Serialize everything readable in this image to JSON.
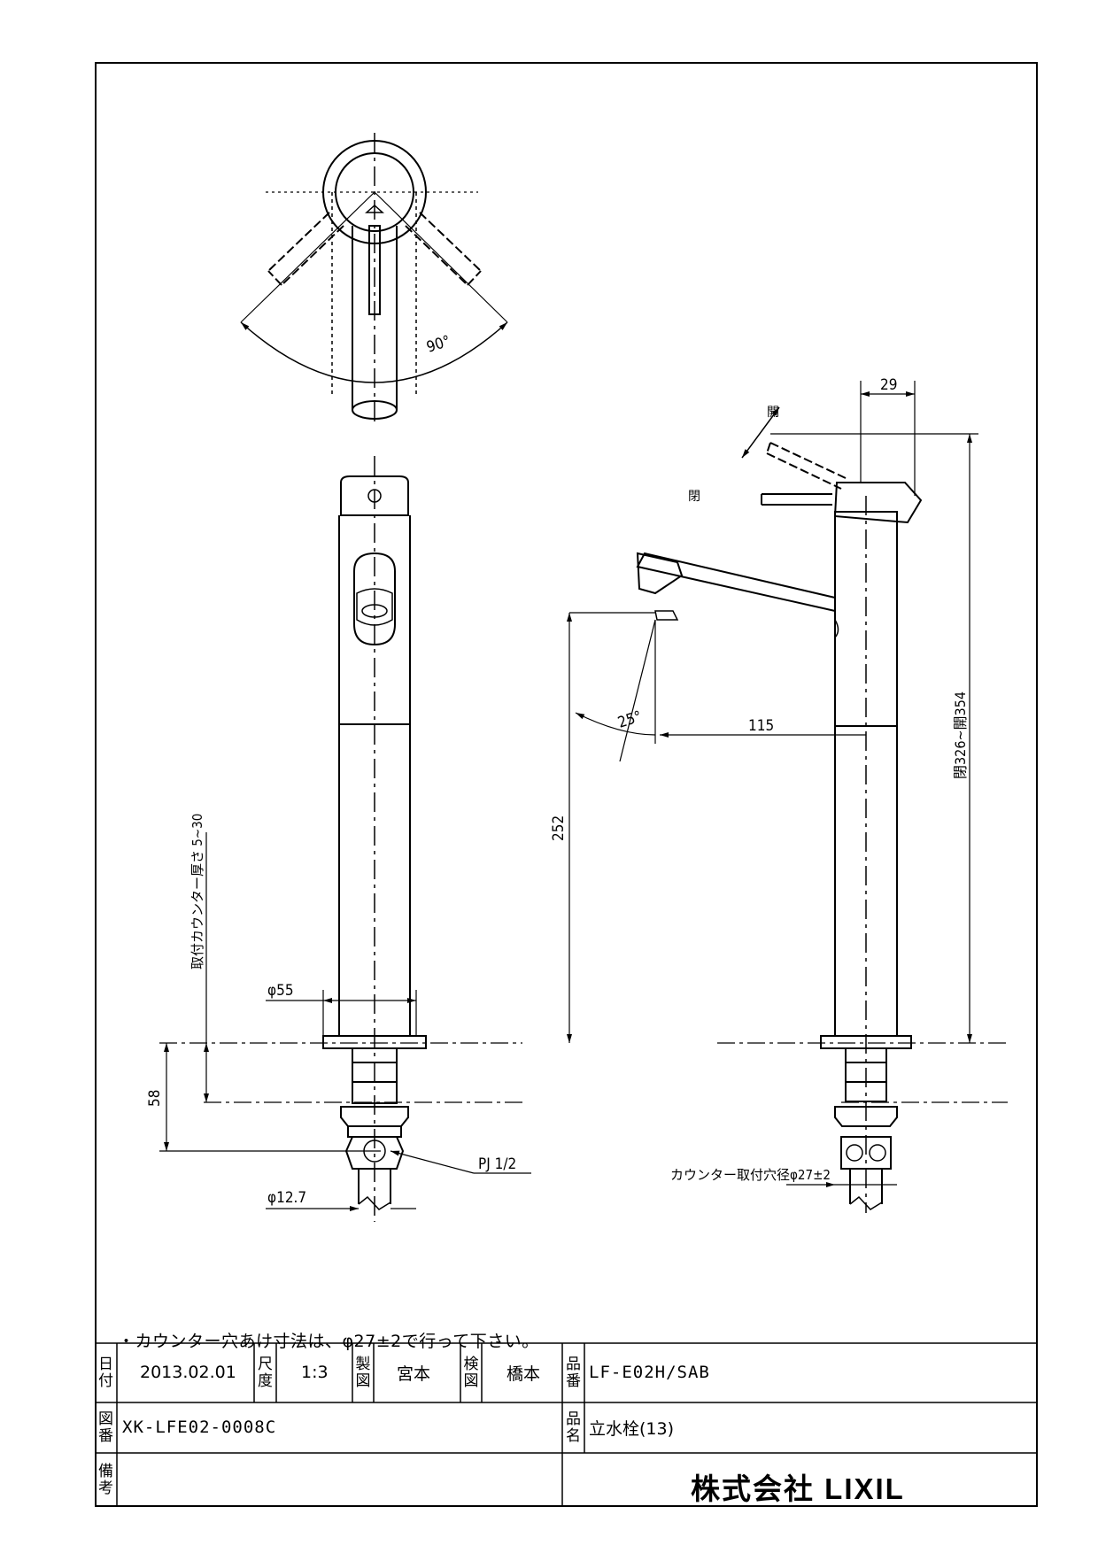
{
  "drawing": {
    "top_angle": "90°",
    "spout_angle": "25°",
    "dim_29": "29",
    "dim_115": "115",
    "dim_252": "252",
    "dim_overall": "閉326~開354",
    "dim_d55": "φ55",
    "dim_58": "58",
    "dim_d12": "φ12.7",
    "label_pj": "PJ 1/2",
    "label_counter_thickness": "取付カウンター厚さ 5~30",
    "label_counter_hole": "カウンター取付穴径φ27±2",
    "label_open": "開",
    "label_close": "閉"
  },
  "note": "・カウンター穴あけ寸法は、φ27±2で行って下さい。",
  "title_block": {
    "date_label": [
      "日",
      "付"
    ],
    "date": "2013.02.01",
    "scale_label": [
      "尺",
      "度"
    ],
    "scale": "1:3",
    "drawn_label": [
      "製",
      "図"
    ],
    "drawn_by": "宮本",
    "checked_label": [
      "検",
      "図"
    ],
    "checked_by": "橋本",
    "part_no_label": [
      "品",
      "番"
    ],
    "part_no": "LF-E02H/SAB",
    "drawing_no_label": [
      "図",
      "番"
    ],
    "drawing_no": "XK-LFE02-0008C",
    "part_name_label": [
      "品",
      "名"
    ],
    "part_name": "立水栓(13)",
    "remarks_label": [
      "備",
      "考"
    ],
    "company": "株式会社 LIXIL"
  }
}
